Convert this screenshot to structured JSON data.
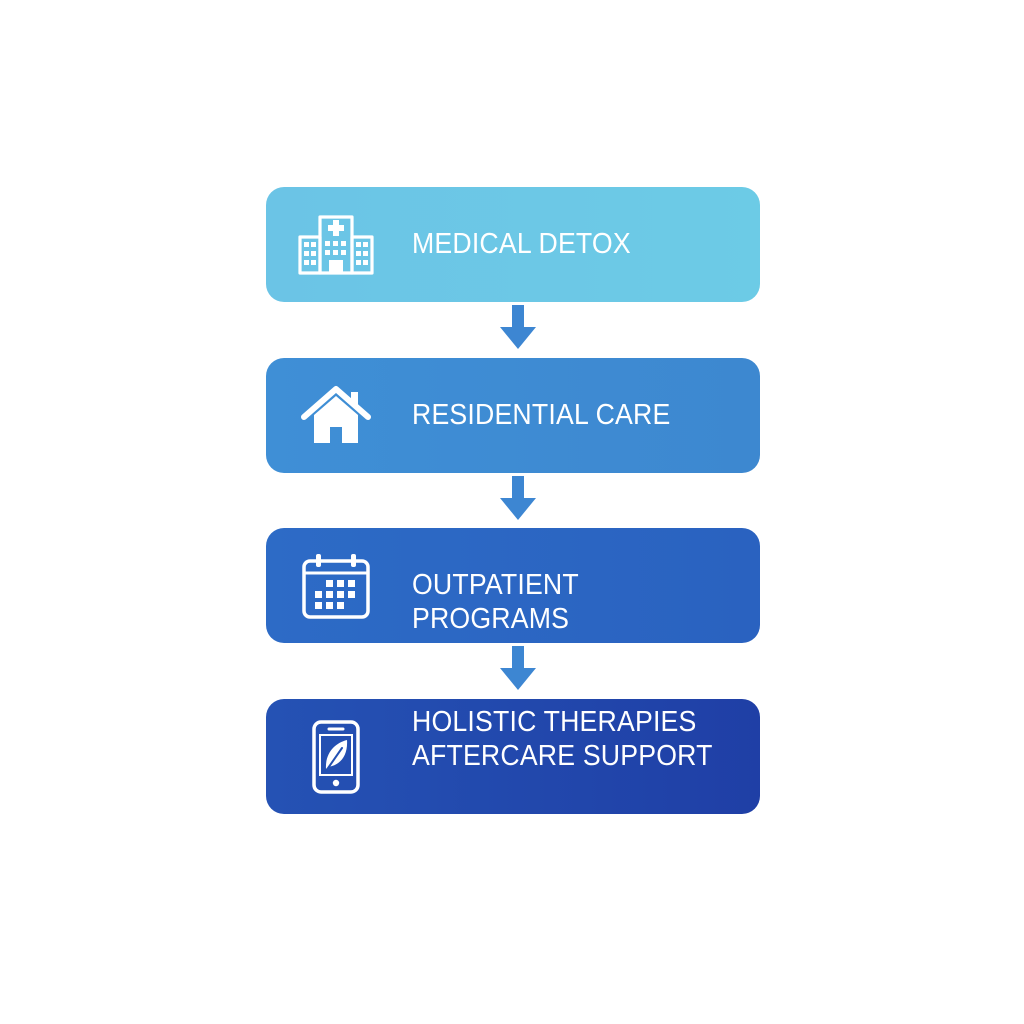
{
  "diagram": {
    "steps": [
      {
        "label": "MEDICAL DETOX",
        "icon": "hospital-icon",
        "color": "#6bc6e6"
      },
      {
        "label": "RESIDENTIAL CARE",
        "icon": "house-icon",
        "color": "#3d8bd2"
      },
      {
        "label": "OUTPATIENT PROGRAMS",
        "icon": "calendar-icon",
        "color": "#2b66c3"
      },
      {
        "label_lines": [
          "HOLISTIC THERAPIES",
          "AFTERCARE SUPPORT"
        ],
        "icon": "phone-leaf-icon",
        "color": "#2247ab"
      }
    ],
    "arrow_color": "#3d86d2",
    "arrow_icon": "arrow-down-icon"
  }
}
